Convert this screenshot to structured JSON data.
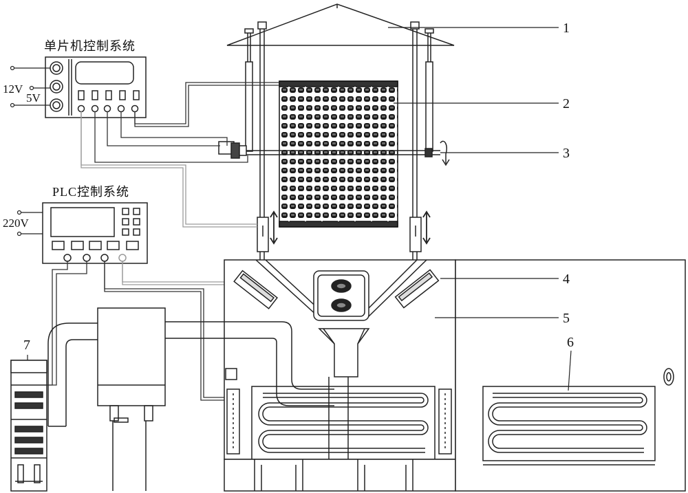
{
  "controllers": {
    "mcu": {
      "title": "单片机控制系统",
      "voltage_a": "12V",
      "voltage_b": "5V"
    },
    "plc": {
      "title": "PLC控制系统",
      "voltage": "220V"
    }
  },
  "callouts": [
    {
      "id": "1",
      "text": "1"
    },
    {
      "id": "2",
      "text": "2"
    },
    {
      "id": "3",
      "text": "3"
    },
    {
      "id": "4",
      "text": "4"
    },
    {
      "id": "5",
      "text": "5"
    },
    {
      "id": "6",
      "text": "6"
    },
    {
      "id": "7",
      "text": "7"
    }
  ],
  "colors": {
    "line": "#222222",
    "fill": "#ffffff",
    "dark": "#1a1a1a",
    "wire": "#555555",
    "light_wire": "#9a9a9a"
  }
}
